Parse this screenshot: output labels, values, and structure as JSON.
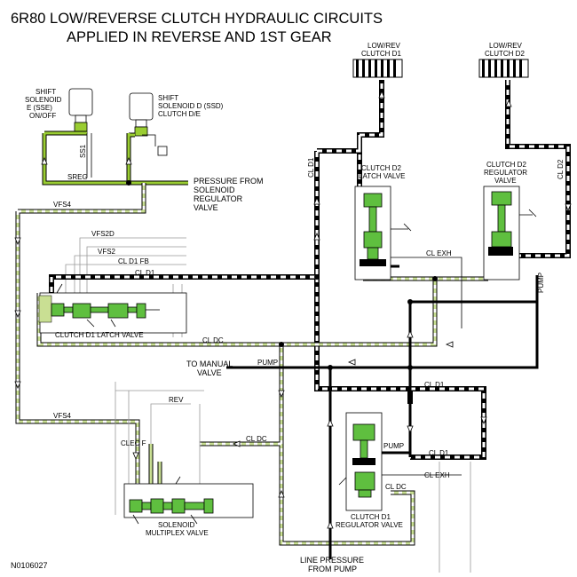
{
  "title": {
    "line1": "6R80 LOW/REVERSE CLUTCH HYDRAULIC CIRCUITS",
    "line2": "APPLIED IN REVERSE AND 1ST GEAR"
  },
  "clutches": {
    "d1_line1": "LOW/REV",
    "d1_line2": "CLUTCH D1",
    "d2_line1": "LOW/REV",
    "d2_line2": "CLUTCH D2"
  },
  "solenoids": {
    "sse_line1": "SHIFT",
    "sse_line2": "SOLENOID",
    "sse_line3": "E (SSE)",
    "sse_line4": "ON/OFF",
    "ssd_line1": "SHIFT",
    "ssd_line2": "SOLENOID D (SSD)",
    "ssd_line3": "CLUTCH D/E"
  },
  "pressure_from": {
    "line1": "PRESSURE FROM",
    "line2": "SOLENOID",
    "line3": "REGULATOR",
    "line4": "VALVE"
  },
  "circuits": {
    "ss1": "SS1",
    "sreg": "SREG",
    "vfs4_top": "VFS4",
    "vfs4_bottom": "VFS4",
    "vfs2d": "VFS2D",
    "vfs2": "VFS2",
    "cl_d1_fb": "CL D1 FB",
    "cl_d1_mid": "CL D1",
    "cl_d1_vert": "CL D1",
    "cl_d1_right": "CL D1",
    "cl_d1_lower": "CL D1",
    "cl_d2": "CL D2",
    "cl_exh_top": "CL EXH",
    "cl_exh_bottom": "CL EXH",
    "cl_dc_mid": "CL DC",
    "cl_dc_lower": "CL DC",
    "cl_dc_reg": "CL DC",
    "pump_mid": "PUMP",
    "pump_right": "PUMP",
    "pump_reg": "PUMP",
    "rev": "REV",
    "clec_f": "CLEC F"
  },
  "valves": {
    "d2_latch_line1": "CLUTCH D2",
    "d2_latch_line2": "LATCH VALVE",
    "d2_reg_line1": "CLUTCH D2",
    "d2_reg_line2": "REGULATOR",
    "d2_reg_line3": "VALVE",
    "d1_latch": "CLUTCH D1 LATCH VALVE",
    "solmux_line1": "SOLENOID",
    "solmux_line2": "MULTIPLEX VALVE",
    "d1_reg_line1": "CLUTCH D1",
    "d1_reg_line2": "REGULATOR VALVE"
  },
  "to_manual": {
    "line1": "TO MANUAL",
    "line2": "VALVE"
  },
  "line_pressure": {
    "line1": "LINE PRESSURE",
    "line2": "FROM PUMP"
  },
  "figure_id": "N0106027",
  "colors": {
    "apply_dark": "#000000",
    "solenoid_green": "#9acd32",
    "regulated_green": "#c9df93",
    "valve_green": "#5fbf3f"
  }
}
